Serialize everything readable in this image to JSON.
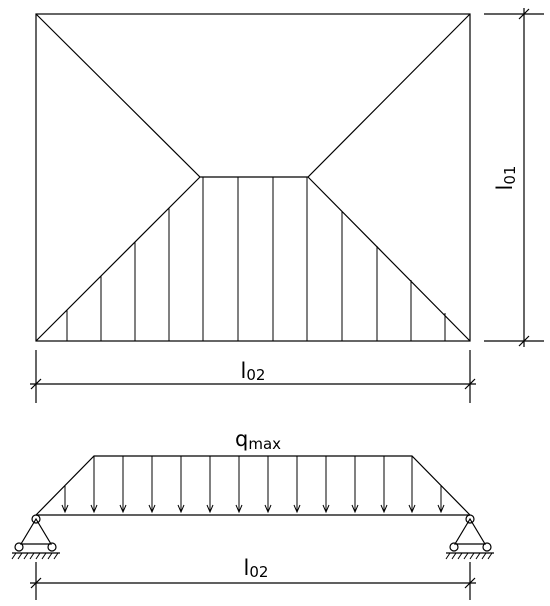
{
  "labels": {
    "plan_width": {
      "main": "l",
      "sub": "02"
    },
    "plan_height": {
      "main": "l",
      "sub": "01"
    },
    "beam_span": {
      "main": "l",
      "sub": "02"
    },
    "load": {
      "main": "q",
      "sub": "max"
    }
  }
}
